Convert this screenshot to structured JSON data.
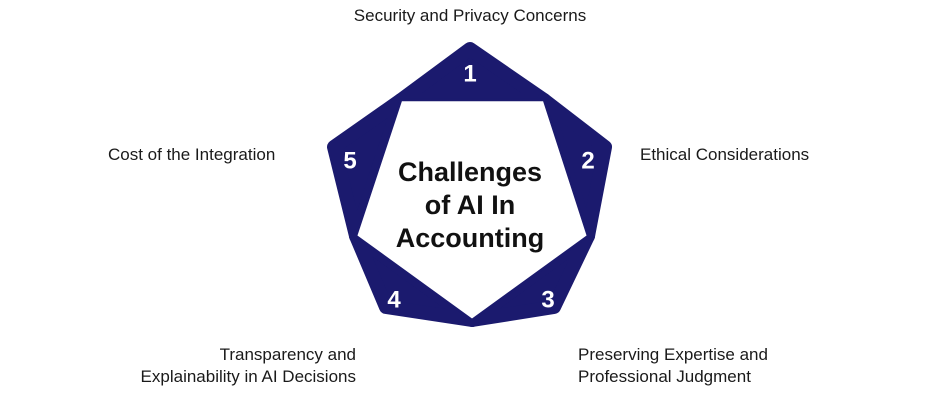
{
  "center_title": [
    "Challenges",
    "of AI In",
    "Accounting"
  ],
  "segments": [
    {
      "number": "1",
      "label": [
        "Security and Privacy Concerns"
      ]
    },
    {
      "number": "2",
      "label": [
        "Ethical Considerations"
      ]
    },
    {
      "number": "3",
      "label": [
        "Preserving Expertise and",
        "Professional Judgment"
      ]
    },
    {
      "number": "4",
      "label": [
        "Transparency and",
        "Explainability in AI Decisions"
      ]
    },
    {
      "number": "5",
      "label": [
        "Cost of the Integration"
      ]
    }
  ],
  "colors": {
    "segment_fill": "#1b1a6e",
    "number_text": "#ffffff",
    "center_fill": "#ffffff",
    "outline": "#1b1a6e"
  }
}
